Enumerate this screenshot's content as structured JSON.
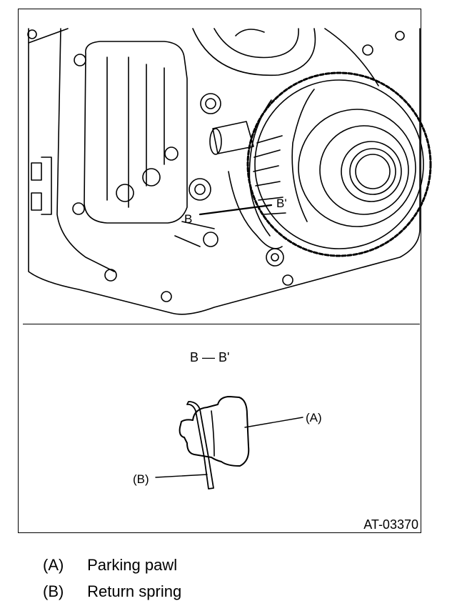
{
  "upper_view": {
    "section_marker_left": "B",
    "section_marker_right": "B'"
  },
  "section_view": {
    "title": "B — B'",
    "callout_a": "(A)",
    "callout_b": "(B)"
  },
  "figure_id": "AT-03370",
  "legend": [
    {
      "key": "(A)",
      "label": "Parking pawl"
    },
    {
      "key": "(B)",
      "label": "Return spring"
    }
  ]
}
